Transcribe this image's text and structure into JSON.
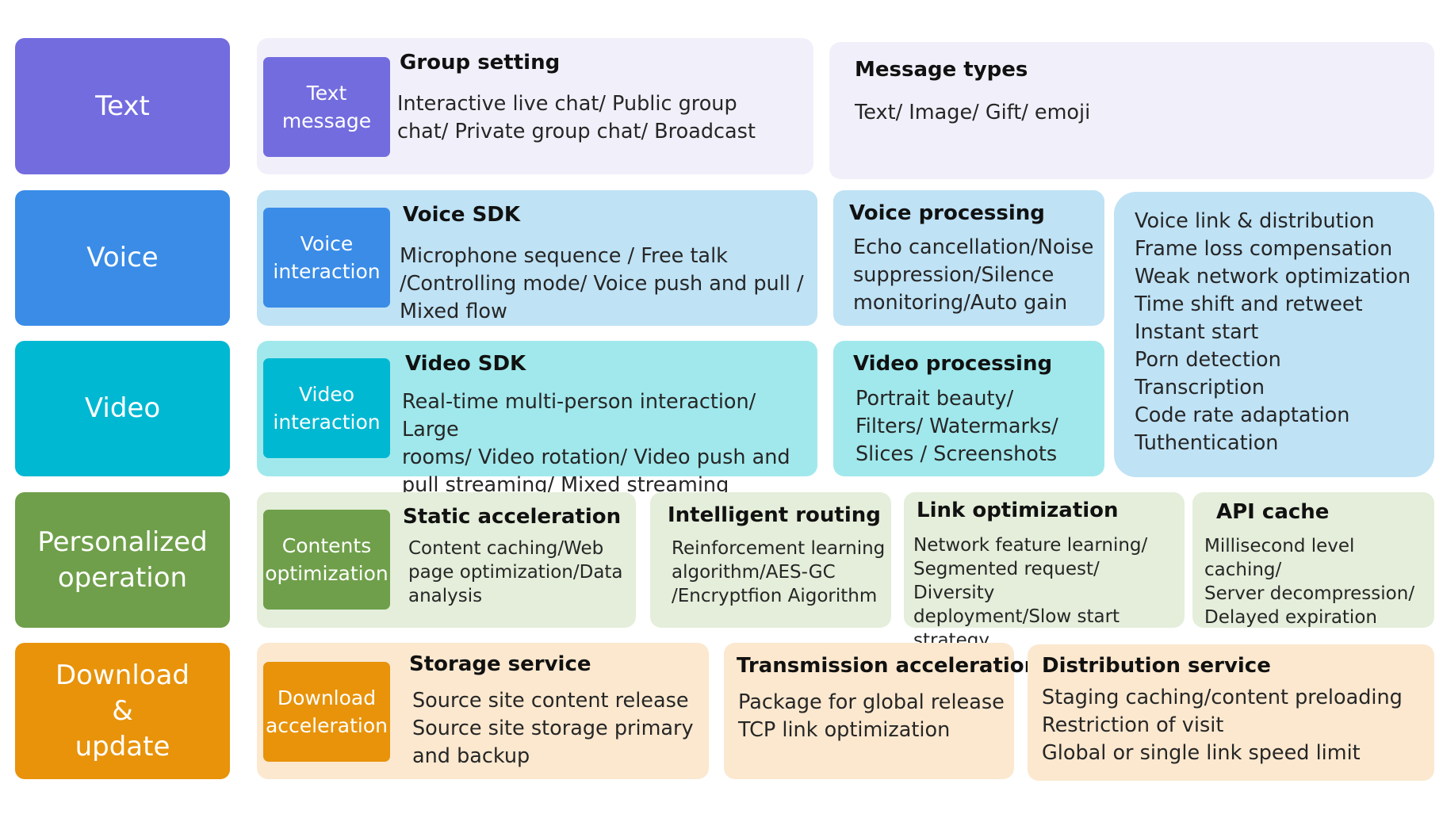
{
  "colors": {
    "text": "#736CDF",
    "voice": "#3A8CE7",
    "video": "#01B8D2",
    "personalized": "#6F9F4A",
    "download": "#E8930A",
    "text_panel": "#F1F0FA",
    "voice_panel": "#BFE2F5",
    "video_panel": "#A1E8EC",
    "personalized_panel": "#E4EEDA",
    "download_panel": "#FBE8CF"
  },
  "categories": {
    "text": "Text",
    "voice": "Voice",
    "video": "Video",
    "personalized": "Personalized\noperation",
    "download": "Download\n&\nupdate"
  },
  "text_row": {
    "badge": "Text\nmessage",
    "group_setting": {
      "title": "Group setting",
      "body": "Interactive live chat/ Public group\nchat/ Private group chat/ Broadcast"
    },
    "message_types": {
      "title": "Message types",
      "body": "Text/ Image/ Gift/ emoji"
    }
  },
  "voice_row": {
    "badge": "Voice\ninteraction",
    "voice_sdk": {
      "title": "Voice SDK",
      "body": "Microphone sequence / Free talk\n/Controlling mode/ Voice push and pull /\nMixed flow"
    },
    "voice_processing": {
      "title": "Voice processing",
      "body": "Echo cancellation/Noise\nsuppression/Silence\nmonitoring/Auto gain"
    }
  },
  "shared_panel": {
    "body": "Voice link & distribution\nFrame loss compensation\nWeak network optimization\nTime shift and retweet\nInstant start\nPorn detection\nTranscription\nCode rate adaptation\nTuthentication"
  },
  "video_row": {
    "badge": "Video\ninteraction",
    "video_sdk": {
      "title": "Video SDK",
      "body": "Real-time multi-person interaction/ Large\nrooms/ Video rotation/ Video push and\npull streaming/ Mixed streaming"
    },
    "video_processing": {
      "title": "Video processing",
      "body": "Portrait beauty/\nFilters/ Watermarks/\nSlices / Screenshots"
    }
  },
  "personalized_row": {
    "badge": "Contents\noptimization",
    "static_acceleration": {
      "title": "Static acceleration",
      "body": "Content caching/Web\npage optimization/Data\nanalysis"
    },
    "intelligent_routing": {
      "title": "Intelligent routing",
      "body": "Reinforcement learning\nalgorithm/AES-GC\n/Encryptfion Aigorithm"
    },
    "link_optimization": {
      "title": "Link optimization",
      "body": "Network feature learning/\nSegmented request/ Diversity\ndeployment/Slow start strategy"
    },
    "api_cache": {
      "title": "API cache",
      "body": "Millisecond level caching/\nServer decompression/\nDelayed expiration"
    }
  },
  "download_row": {
    "badge": "Download\nacceleration",
    "storage_service": {
      "title": "Storage service",
      "body": "Source site content release\nSource site storage primary\nand backup"
    },
    "transmission_acceleration": {
      "title": "Transmission acceleration",
      "body": "Package for global release\nTCP link optimization"
    },
    "distribution_service": {
      "title": "Distribution service",
      "body": "Staging caching/content preloading\nRestriction of visit\nGlobal or single link speed limit"
    }
  }
}
